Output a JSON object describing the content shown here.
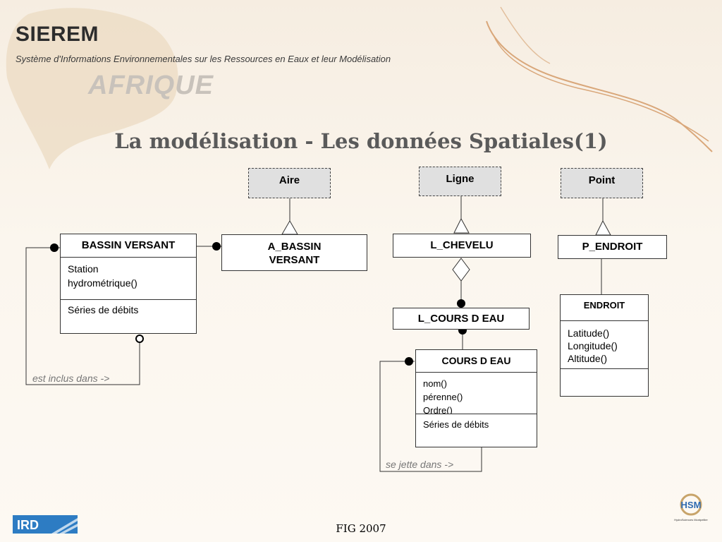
{
  "header": {
    "brand": "SIEREM",
    "subtitle": "Système d'Informations Environnementales sur les Ressources en Eaux et leur Modélisation",
    "region": "AFRIQUE"
  },
  "slide": {
    "title": "La modélisation - Les données Spatiales(1)"
  },
  "abstract_classes": {
    "aire": "Aire",
    "ligne": "Ligne",
    "point": "Point"
  },
  "classes": {
    "bassin_versant": {
      "name": "BASSIN VERSANT",
      "attributes": [
        "Station",
        "hydrométrique()"
      ],
      "methods": [
        "Séries de débits"
      ]
    },
    "a_bassin_versant": {
      "name_line1": "A_BASSIN",
      "name_line2": "VERSANT"
    },
    "l_chevelu": {
      "name": "L_CHEVELU"
    },
    "l_cours_d_eau": {
      "name": "L_COURS D EAU"
    },
    "cours_d_eau": {
      "name": "COURS D EAU",
      "attributes": [
        "nom()",
        "pérenne()",
        "Ordre()"
      ],
      "methods": [
        "Séries de débits"
      ]
    },
    "p_endroit": {
      "name": "P_ENDROIT"
    },
    "endroit": {
      "name": "ENDROIT",
      "attributes": [
        "Latitude()",
        "Longitude()",
        "Altitude()"
      ]
    }
  },
  "relations": {
    "bassin_self": "est inclus dans ->",
    "cours_self": "se jette dans ->"
  },
  "footer": {
    "figure": "FIG 2007",
    "logo_left": "IRD",
    "logo_right": "HSM",
    "logo_right_sub": "HydroSciences Montpellier"
  },
  "colors": {
    "title_gray": "#5a5a5a",
    "abstract_fill": "#e0e0e0",
    "decor_curve": "#d9a77a"
  }
}
